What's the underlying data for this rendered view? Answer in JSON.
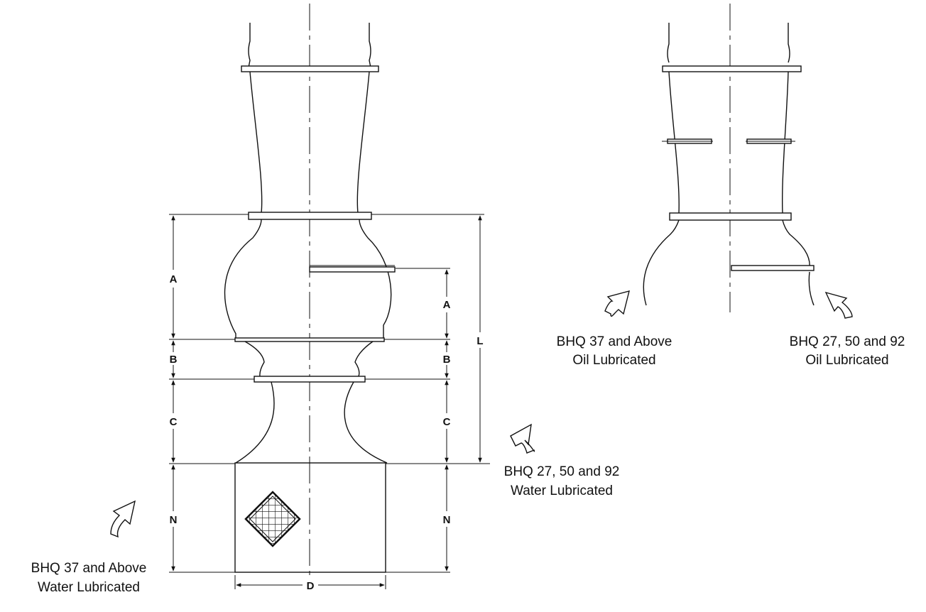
{
  "dimensions": {
    "a_left": "A",
    "b_left": "B",
    "c_left": "C",
    "n_left": "N",
    "a_right": "A",
    "b_right": "B",
    "c_right": "C",
    "n_right": "N",
    "l": "L",
    "d": "D"
  },
  "captions": {
    "water_lube_27_50_92": {
      "line1": "BHQ 27, 50 and 92",
      "line2": "Water Lubricated"
    },
    "water_lube_37_above": {
      "line1": "BHQ 37 and Above",
      "line2": "Water Lubricated"
    },
    "oil_lube_37_above": {
      "line1": "BHQ 37 and Above",
      "line2": "Oil Lubricated"
    },
    "oil_lube_27_50_92": {
      "line1": "BHQ 27, 50 and 92",
      "line2": "Oil Lubricated"
    }
  },
  "colors": {
    "line": "#111111",
    "background": "#ffffff"
  }
}
